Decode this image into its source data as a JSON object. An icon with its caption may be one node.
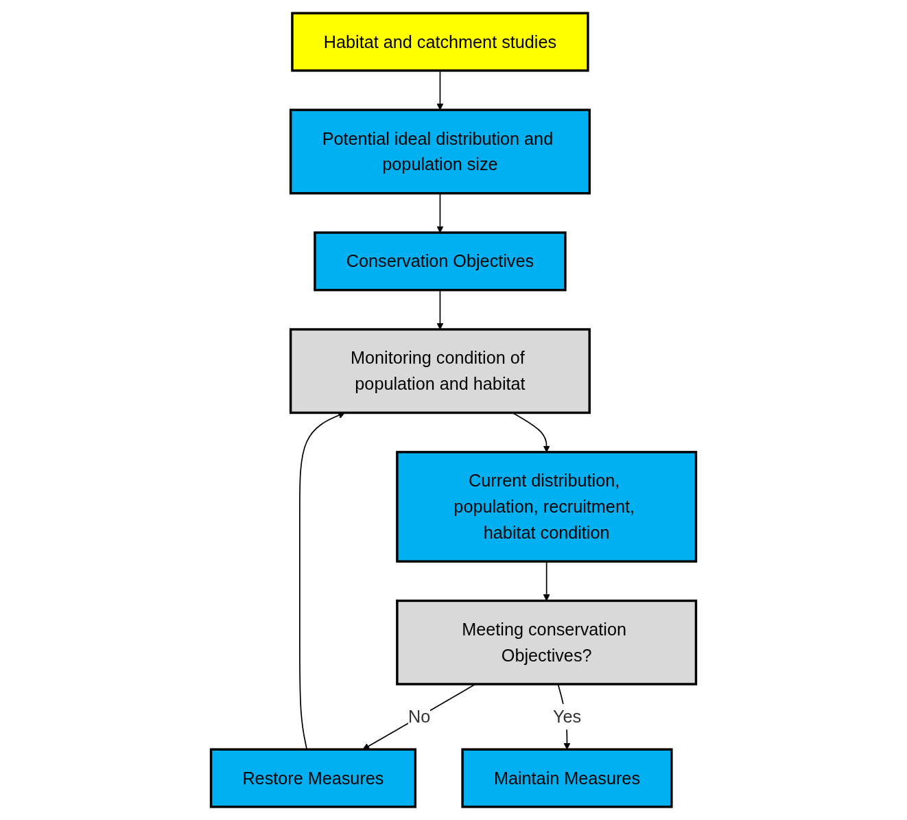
{
  "diagram": {
    "nodes": [
      {
        "text": [
          "Habitat and catchment studies"
        ]
      },
      {
        "text": [
          "Potential ideal distribution and population size"
        ]
      },
      {
        "text": [
          "Conservation Objectives"
        ]
      },
      {
        "text": [
          "Monitoring condition of population and habitat"
        ]
      },
      {
        "text": [
          "Current distribution, population, recruitment, habitat condition"
        ]
      },
      {
        "text": [
          "Meeting conservation Objectives?"
        ]
      },
      {
        "text": [
          "Restore Measures"
        ]
      },
      {
        "text": [
          "Maintain Measures"
        ]
      }
    ],
    "edges": [
      {
        "from": 0,
        "to": 1,
        "arrow": "to"
      },
      {
        "from": 1,
        "to": 2,
        "arrow": "to"
      },
      {
        "from": 2,
        "to": 3,
        "arrow": "to"
      },
      {
        "from": 3,
        "to": 4,
        "arrow": "to"
      },
      {
        "from": 4,
        "to": 5,
        "arrow": "to"
      },
      {
        "from": 5,
        "to": 6,
        "arrow": "to",
        "label": "No"
      },
      {
        "from": 5,
        "to": 7,
        "arrow": "to",
        "label": "Yes"
      },
      {
        "from": 6,
        "to": 3,
        "arrow": "to"
      }
    ]
  }
}
